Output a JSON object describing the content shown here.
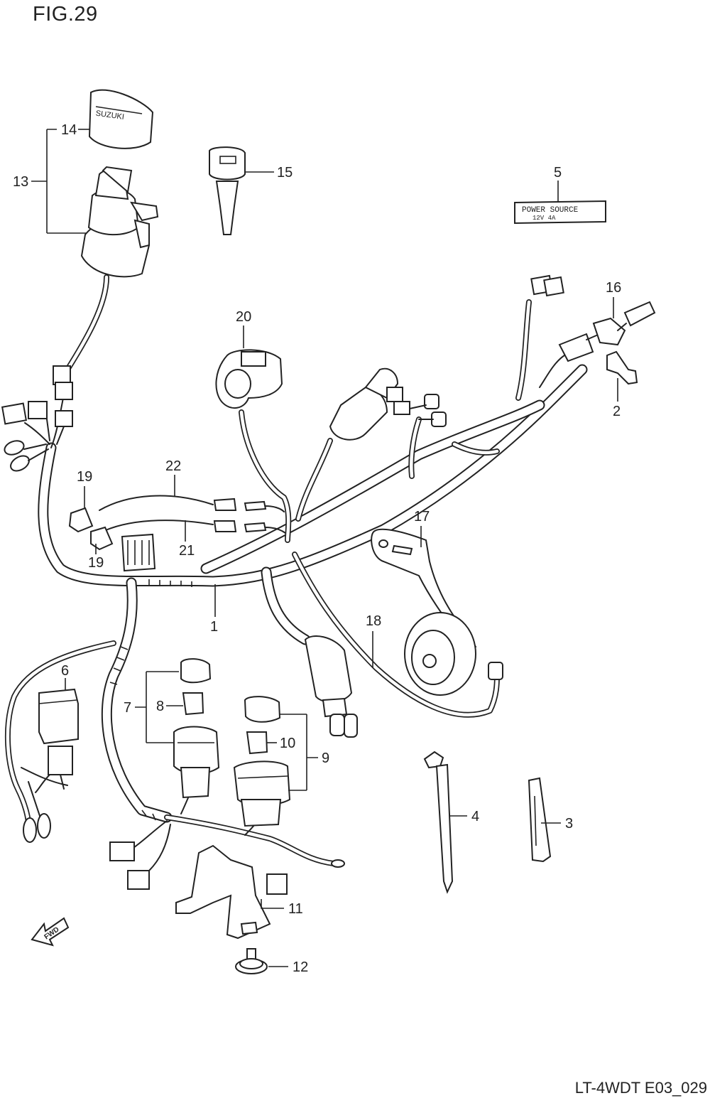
{
  "figure": {
    "title": "FIG.29",
    "code": "LT-4WDT E03_029"
  },
  "label_5": {
    "line1": "POWER SOURCE",
    "line2": "12V 4A"
  },
  "icons": {
    "fwd_arrow": "FWD"
  },
  "callouts": [
    "1",
    "2",
    "3",
    "4",
    "5",
    "6",
    "7",
    "8",
    "9",
    "10",
    "11",
    "12",
    "13",
    "14",
    "15",
    "16",
    "17",
    "18",
    "19",
    "19",
    "20",
    "21",
    "22"
  ]
}
